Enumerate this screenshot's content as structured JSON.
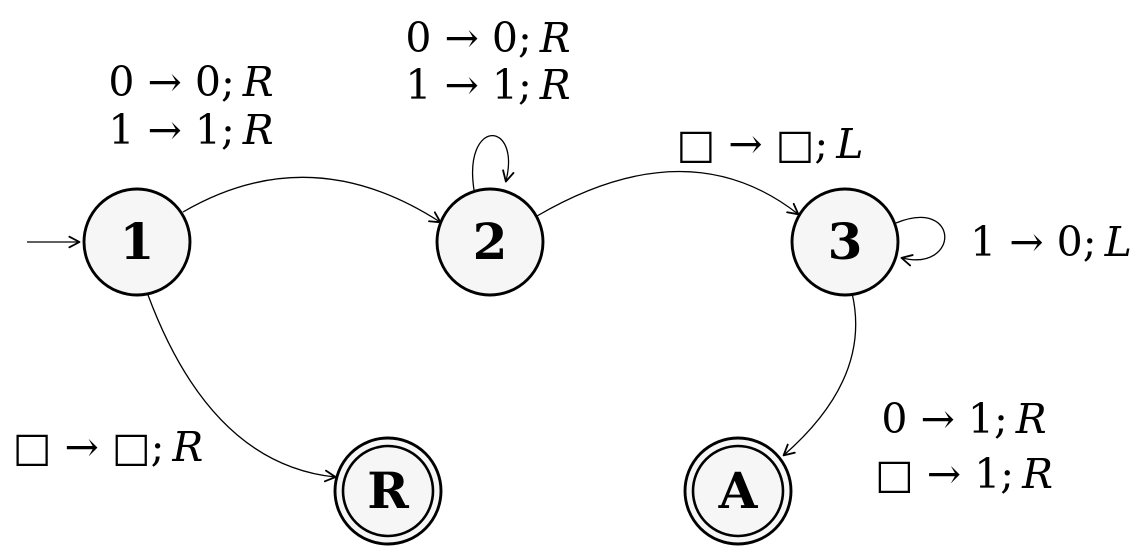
{
  "diagram": {
    "kind": "turing-machine-state-diagram",
    "colors": {
      "background": "#ffffff",
      "state_fill": "#f6f6f6",
      "stroke": "#000000"
    },
    "start_state": "1",
    "accepting_states": [
      "R",
      "A"
    ],
    "states": [
      {
        "id": "1",
        "label": "1",
        "type": "start"
      },
      {
        "id": "2",
        "label": "2",
        "type": "normal"
      },
      {
        "id": "3",
        "label": "3",
        "type": "normal"
      },
      {
        "id": "R",
        "label": "R",
        "type": "accepting"
      },
      {
        "id": "A",
        "label": "A",
        "type": "accepting"
      }
    ],
    "transitions": [
      {
        "from": "1",
        "to": "2",
        "lines": [
          {
            "body": "0 → 0;",
            "dir": "R"
          },
          {
            "body": "1 → 1;",
            "dir": "R"
          }
        ]
      },
      {
        "from": "2",
        "to": "2",
        "lines": [
          {
            "body": "0 → 0;",
            "dir": "R"
          },
          {
            "body": "1 → 1;",
            "dir": "R"
          }
        ]
      },
      {
        "from": "2",
        "to": "3",
        "lines": [
          {
            "body": "□ → □;",
            "dir": "L"
          }
        ]
      },
      {
        "from": "3",
        "to": "3",
        "lines": [
          {
            "body": "1 → 0;",
            "dir": "L"
          }
        ]
      },
      {
        "from": "1",
        "to": "R",
        "lines": [
          {
            "body": "□ → □;",
            "dir": "R"
          }
        ]
      },
      {
        "from": "3",
        "to": "A",
        "lines": [
          {
            "body": "0 → 1;",
            "dir": "R"
          },
          {
            "body": "□ → 1;",
            "dir": "R"
          }
        ]
      }
    ]
  }
}
